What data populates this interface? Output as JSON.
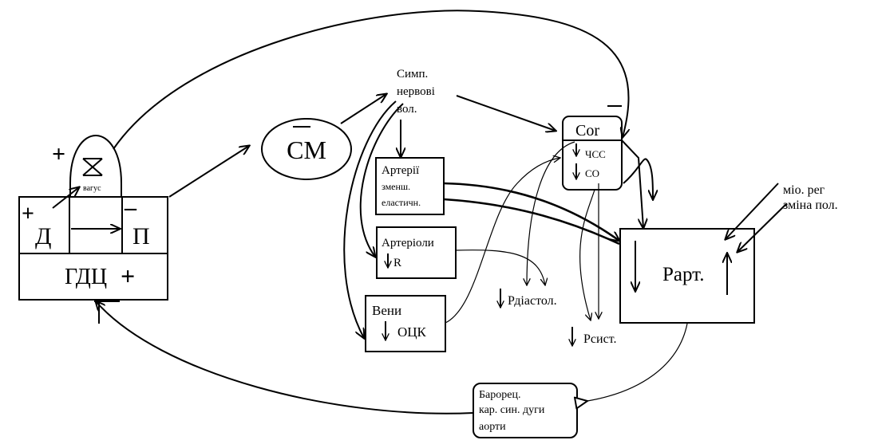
{
  "nodes": {
    "gdc": {
      "label": "ГДЦ",
      "inhale_label": "Д",
      "exhale_label": "П",
      "vagus_label": "вагус",
      "plus_inhale": "+",
      "minus_exhale": "–",
      "plus_gdc": "+",
      "plus_vagus": "+"
    },
    "sm": {
      "label": "СМ",
      "minus": "–"
    },
    "symp": {
      "lines": [
        "Симп.",
        "нервові",
        "вол."
      ]
    },
    "arteries": {
      "lines": [
        "Артерії",
        "зменш.",
        "еластичн."
      ]
    },
    "arterioles": {
      "lines": [
        "Артеріоли",
        "R"
      ]
    },
    "veins": {
      "lines": [
        "Вени",
        "ОЦК"
      ]
    },
    "cor": {
      "label": "Cor",
      "minus": "–",
      "hr": "ЧСС",
      "so": "СО"
    },
    "part": {
      "label": "Рарт."
    },
    "baro": {
      "lines": [
        "Барорец.",
        "кар. син. дуги",
        "аорти"
      ]
    },
    "mio": {
      "lines": [
        "міо. рег",
        "зміна пол."
      ]
    }
  },
  "labels": {
    "pdiast": "Рдіастол.",
    "psyst": "Рсист."
  }
}
